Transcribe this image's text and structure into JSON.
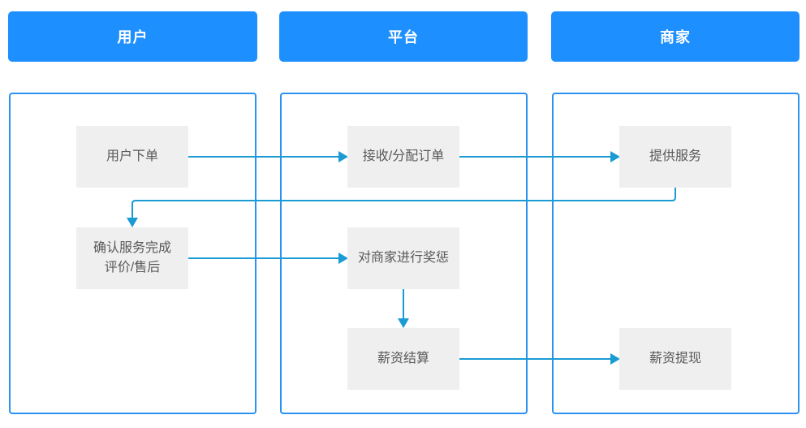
{
  "swimlanes": [
    {
      "key": "user",
      "label": "用户"
    },
    {
      "key": "platform",
      "label": "平台"
    },
    {
      "key": "merchant",
      "label": "商家"
    }
  ],
  "nodes": {
    "place_order": {
      "label": "用户下单",
      "lane": "用户"
    },
    "receive_order": {
      "label": "接收/分配订单",
      "lane": "平台"
    },
    "provide_service": {
      "label": "提供服务",
      "lane": "商家"
    },
    "confirm_service": {
      "label": "确认服务完成\n评价/售后",
      "lane": "用户"
    },
    "reward_punish": {
      "label": "对商家进行奖惩",
      "lane": "平台"
    },
    "salary_settle": {
      "label": "薪资结算",
      "lane": "平台"
    },
    "salary_withdraw": {
      "label": "薪资提现",
      "lane": "商家"
    }
  },
  "flows": [
    {
      "from": "用户下单",
      "to": "接收/分配订单",
      "shape": "right"
    },
    {
      "from": "接收/分配订单",
      "to": "提供服务",
      "shape": "right"
    },
    {
      "from": "提供服务",
      "to": "确认服务完成 评价/售后",
      "shape": "down-left-down"
    },
    {
      "from": "确认服务完成 评价/售后",
      "to": "对商家进行奖惩",
      "shape": "right"
    },
    {
      "from": "对商家进行奖惩",
      "to": "薪资结算",
      "shape": "down"
    },
    {
      "from": "薪资结算",
      "to": "薪资提现",
      "shape": "right"
    }
  ],
  "colors": {
    "background": "#ffffff",
    "header_bg": "#1e8fff",
    "header_text": "#ffffff",
    "lane_border": "#2b92f0",
    "connector": "#1b9bd3",
    "node_bg": "#efefef",
    "node_text": "#595959"
  }
}
